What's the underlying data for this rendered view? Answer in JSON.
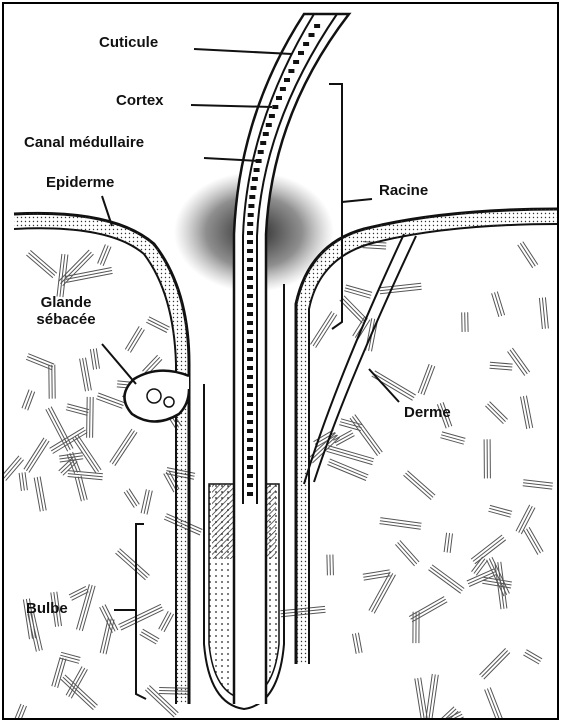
{
  "labels": {
    "cuticule": "Cuticule",
    "cortex": "Cortex",
    "canal": "Canal médullaire",
    "epiderme": "Epiderme",
    "racine": "Racine",
    "glande_line1": "Glande",
    "glande_line2": "sébacée",
    "derme": "Derme",
    "bulbe": "Bulbe"
  },
  "colors": {
    "ink": "#111111",
    "background": "#ffffff",
    "shadow": "#2a2a2a"
  }
}
